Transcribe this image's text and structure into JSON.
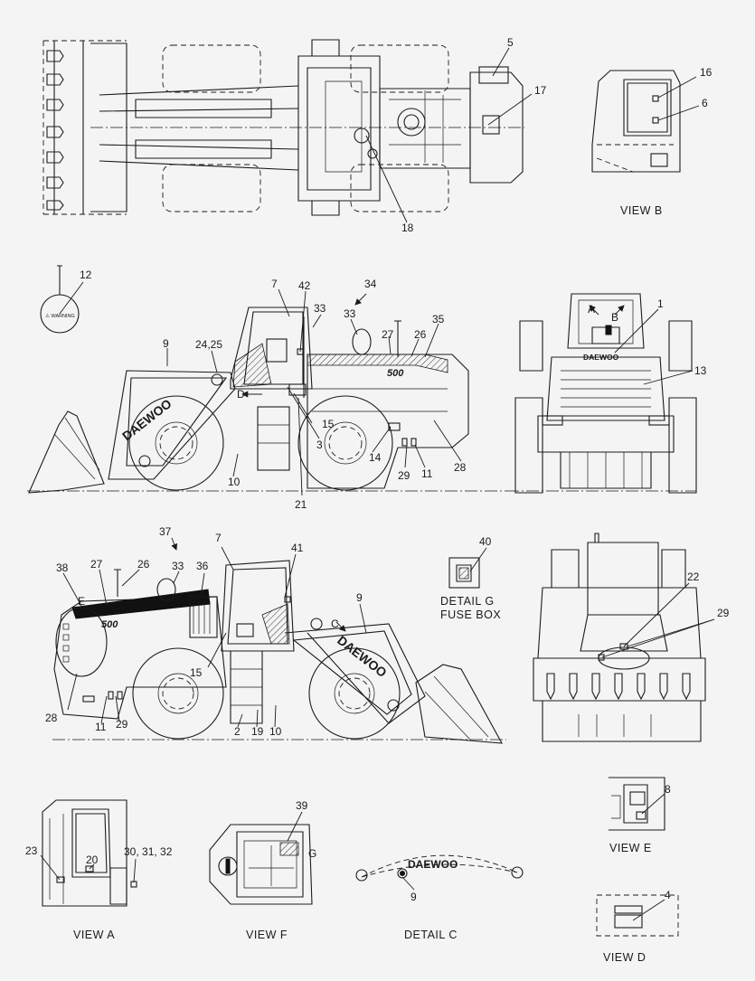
{
  "brand": "DAEWOO",
  "model_badge": "500",
  "warning_text": "⚠ WARNING",
  "callouts": {
    "c5": "5",
    "c16": "16",
    "c6": "6",
    "c17": "17",
    "c18": "18",
    "c12": "12",
    "c7a": "7",
    "c42": "42",
    "c34": "34",
    "c33a": "33",
    "c33b": "33",
    "c35": "35",
    "c27a": "27",
    "c26a": "26",
    "c9a": "9",
    "c2425": "24,25",
    "c1": "1",
    "c13": "13",
    "c15a": "15",
    "c3": "3",
    "c14": "14",
    "c10a": "10",
    "c29a": "29",
    "c11a": "11",
    "c28a": "28",
    "c21": "21",
    "c37": "37",
    "c7b": "7",
    "c41": "41",
    "c40": "40",
    "c38": "38",
    "c27b": "27",
    "c26b": "26",
    "c33c": "33",
    "c36": "36",
    "c9b": "9",
    "c22": "22",
    "c29b": "29",
    "c15b": "15",
    "c28b": "28",
    "c11b": "11",
    "c29c": "29",
    "c2": "2",
    "c19": "19",
    "c10b": "10",
    "c39": "39",
    "c8": "8",
    "c23": "23",
    "c20": "20",
    "c303132": "30, 31, 32",
    "c9c": "9",
    "c4": "4"
  },
  "view_letters": {
    "A": "A",
    "B": "B",
    "C": "C",
    "D": "D",
    "E": "E",
    "G": "G"
  },
  "captions": {
    "view_b": "VIEW  B",
    "detail_g_line1": "DETAIL G",
    "detail_g_line2": "FUSE BOX",
    "view_e": "VIEW  E",
    "view_a": "VIEW  A",
    "view_f": "VIEW  F",
    "detail_c": "DETAIL  C",
    "view_d": "VIEW  D"
  }
}
